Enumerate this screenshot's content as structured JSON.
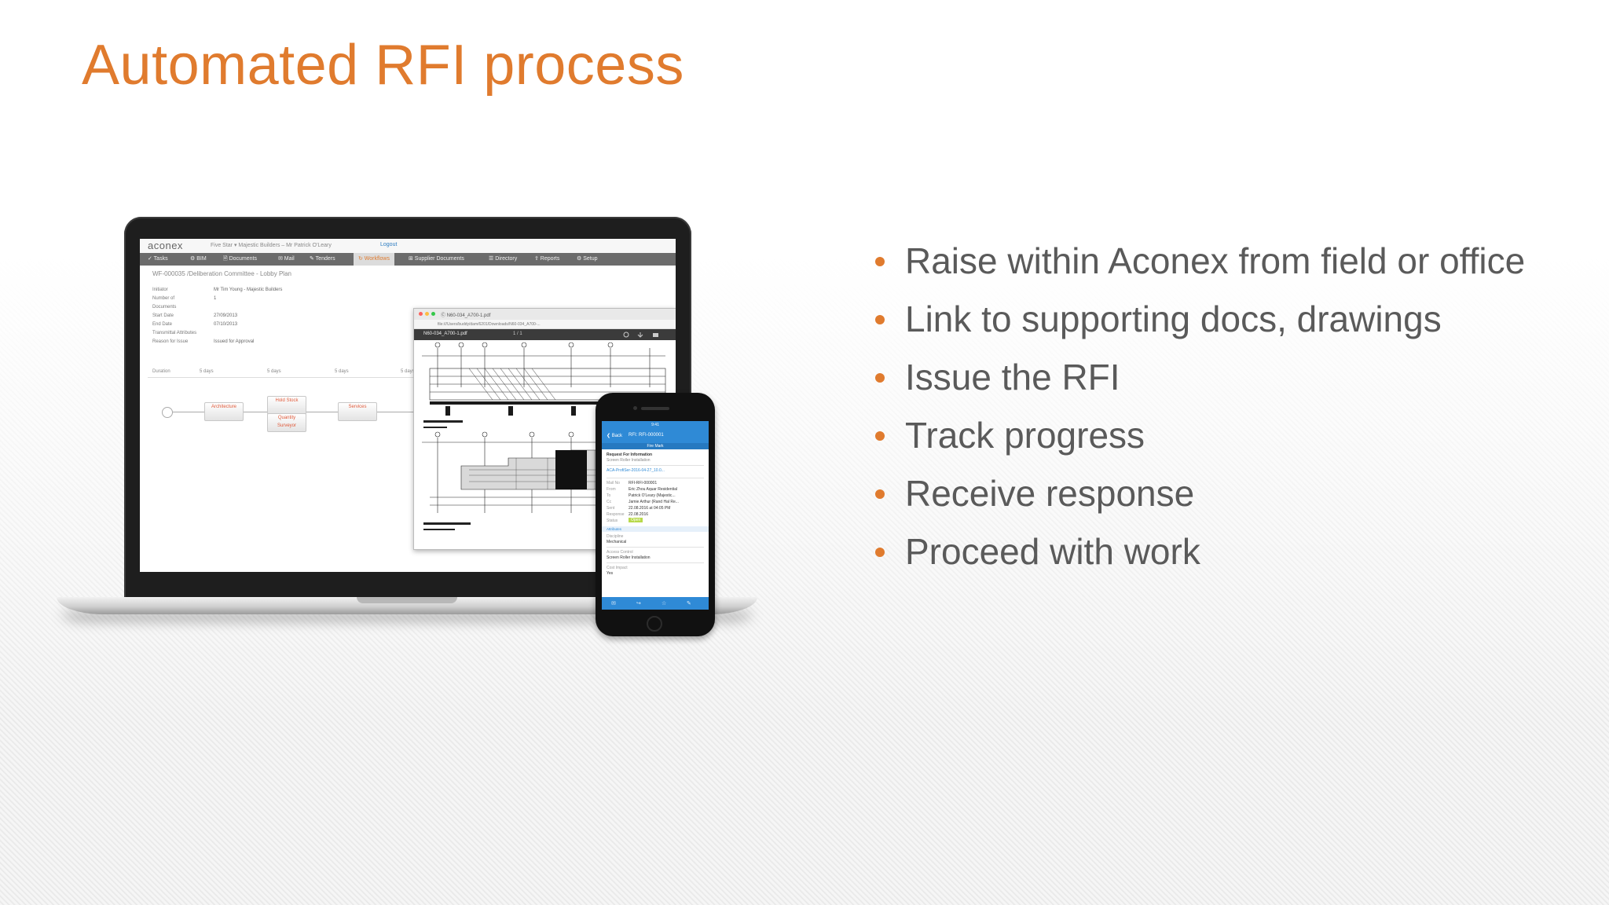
{
  "slide": {
    "title": "Automated RFI process",
    "bullets": [
      "Raise within Aconex from field or office",
      "Link to supporting docs, drawings",
      "Issue the RFI",
      "Track progress",
      "Receive response",
      "Proceed with work"
    ],
    "accent_color": "#e07b2e",
    "text_color": "#5a5a5a"
  },
  "laptop_screen": {
    "logo": "aconex",
    "user_line": "Five Star ▾   Majestic Builders  –  Mr Patrick O'Leary",
    "logout": "Logout",
    "nav_tabs": [
      "✓ Tasks",
      "⚙ BIM",
      "🗎 Documents",
      "✉ Mail",
      "✎ Tenders",
      "↻ Workflows",
      "⊞ Supplier Documents",
      "☰ Directory",
      "⇪ Reports",
      "⚙ Setup"
    ],
    "breadcrumb": "WF-000035 /Deliberation Committee - Lobby Plan",
    "form": [
      {
        "label": "Initiator",
        "value": "Mr Tim Young - Majestic Builders"
      },
      {
        "label": "Number of",
        "value": "1"
      },
      {
        "label": "Documents",
        "value": ""
      },
      {
        "label": "Start Date",
        "value": "27/09/2013"
      },
      {
        "label": "End Date",
        "value": "07/10/2013"
      },
      {
        "label": "Transmittal Attributes",
        "value": ""
      },
      {
        "label": "Reason for Issue",
        "value": "Issued for Approval"
      }
    ],
    "timeline": [
      "Duration",
      "5 days",
      "5 days",
      "5 days",
      "5 days"
    ],
    "flow_steps": [
      "Architecture",
      "Hold Stock",
      "Quantity Surveyor",
      "Services"
    ],
    "drawing": {
      "tab": "Ⓒ N60-034_A700-1.pdf",
      "url": "file:///Users/buddy/dam/6201/Downloads/N60-034_A700-...",
      "file": "N60-034_A700-1.pdf",
      "page": "1 / 1"
    }
  },
  "phone_screen": {
    "status": "9:41",
    "back": "❮ Back",
    "title": "RFI: RFI-000001",
    "subbar": "Fire Mark",
    "heading": "Request For Information",
    "subheading": "Screen Roller Installation",
    "attachment": "ACA-ProfiSer-2016-04-27_10.0...",
    "fields": [
      {
        "label": "Mail No",
        "value": "RFI-RFI-000001"
      },
      {
        "label": "From",
        "value": "Eric Zhou Aquar Residential"
      },
      {
        "label": "To",
        "value": "Patrick O'Leary (Majestic..."
      },
      {
        "label": "Cc",
        "value": "Jamie Arthur (Rand Hal Re..."
      },
      {
        "label": "Sent",
        "value": "22.08.2016 at 04:05 PM"
      },
      {
        "label": "Response",
        "value": "22.08.2016"
      },
      {
        "label": "Status",
        "value": "Open"
      }
    ],
    "sections": [
      "Attributes",
      "Discipline",
      "Mechanical",
      "Access Control",
      "Screen Roller Installation",
      "Cost Impact",
      "Yes"
    ]
  }
}
